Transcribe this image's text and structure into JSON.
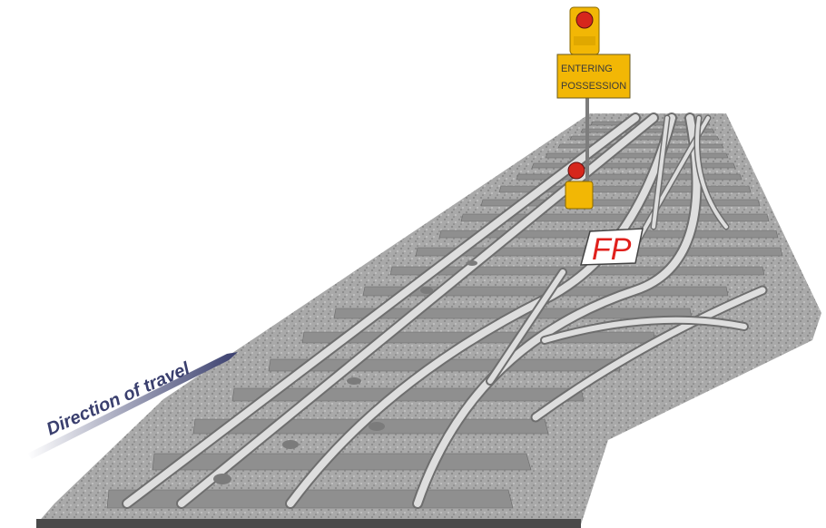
{
  "sign": {
    "line1": "ENTERING",
    "line2": "POSSESSION"
  },
  "marker_board": {
    "label": "FP"
  },
  "direction_label": "Direction of travel",
  "colors": {
    "ballast": "#a9a9a9",
    "ballast_dark": "#7c7c7c",
    "sleeper": "#8f8f8f",
    "rail": "#d9d9d9",
    "rail_edge": "#6e6e6e",
    "lamp_housing": "#f2b705",
    "lamp_red": "#d6261c",
    "arrow": "#3a3f6e",
    "fp_red": "#e0201c"
  }
}
